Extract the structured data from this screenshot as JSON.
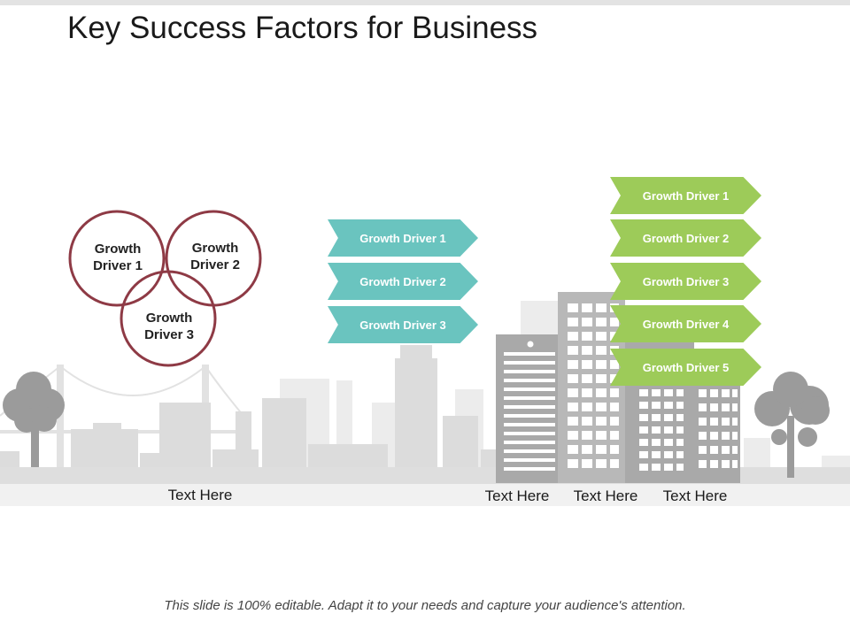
{
  "title": "Key Success Factors for Business",
  "venn": {
    "circles": [
      {
        "label": "Growth\nDriver 1"
      },
      {
        "label": "Growth\nDriver 2"
      },
      {
        "label": "Growth\nDriver 3"
      }
    ],
    "caption": "Text Here",
    "color": "#8e3a45"
  },
  "middle_arrows": {
    "color": "#6ac4bf",
    "items": [
      "Growth Driver 1",
      "Growth Driver 2",
      "Growth Driver 3"
    ]
  },
  "right_arrows": {
    "color": "#9dcb59",
    "items": [
      "Growth Driver 1",
      "Growth Driver 2",
      "Growth Driver 3",
      "Growth Driver 4",
      "Growth Driver 5"
    ]
  },
  "building_labels": [
    "Text Here",
    "Text Here",
    "Text Here"
  ],
  "footer": "This slide is 100% editable. Adapt it to your needs and capture your audience's attention."
}
